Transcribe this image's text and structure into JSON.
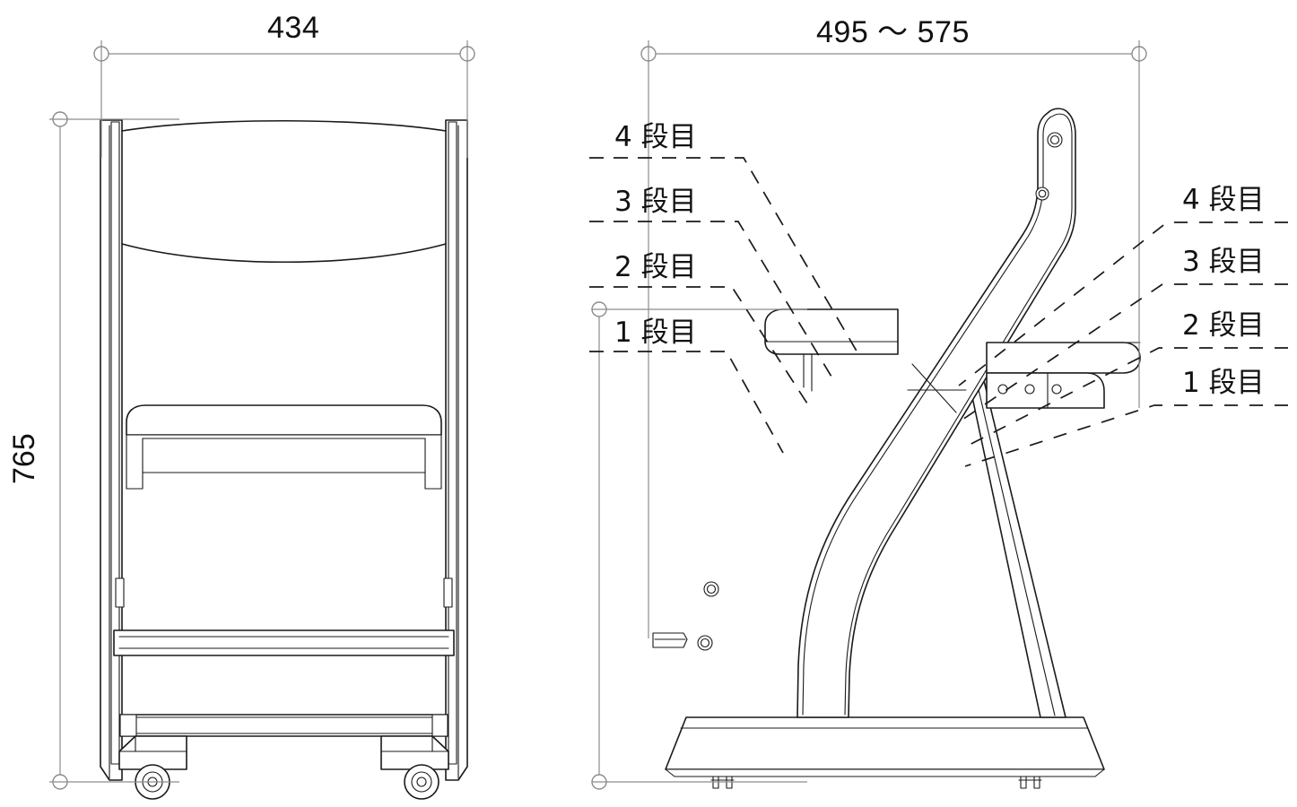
{
  "drawing": {
    "title": "chair-technical-drawing",
    "views": [
      {
        "name": "front-view",
        "label": "front"
      },
      {
        "name": "side-view",
        "label": "side"
      }
    ],
    "line_color": "#1a1a1a",
    "dimension_line_color": "#8c8c8c",
    "background": "#ffffff"
  },
  "dimensions": {
    "front_width": "434",
    "overall_height": "765",
    "side_depth_range": "495 〜 575"
  },
  "tier_labels_left": [
    {
      "id": "tier-4",
      "text": "4 段目"
    },
    {
      "id": "tier-3",
      "text": "3 段目"
    },
    {
      "id": "tier-2",
      "text": "2 段目"
    },
    {
      "id": "tier-1",
      "text": "1 段目"
    }
  ],
  "tier_labels_right": [
    {
      "id": "tier-4",
      "text": "4 段目"
    },
    {
      "id": "tier-3",
      "text": "3 段目"
    },
    {
      "id": "tier-2",
      "text": "2 段目"
    },
    {
      "id": "tier-1",
      "text": "1 段目"
    }
  ]
}
